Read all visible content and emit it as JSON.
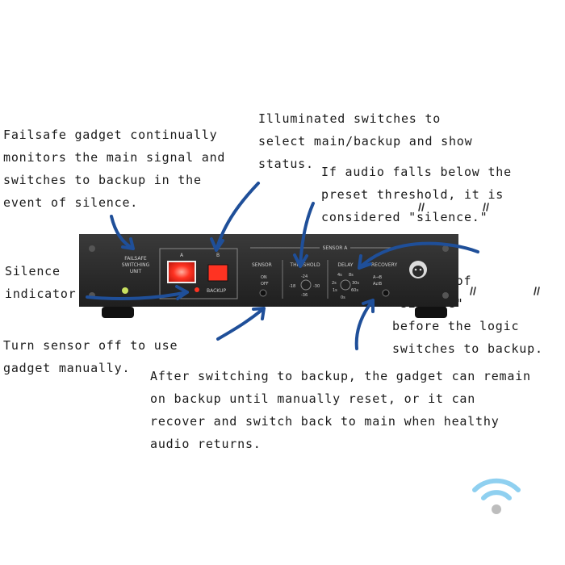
{
  "notes": {
    "failsafe": "Failsafe gadget continually\nmonitors the main signal and\nswitches to backup in the\nevent of silence.",
    "switches": "Illuminated switches to\nselect main/backup and show\nstatus.",
    "threshold": "If audio falls below the\npreset threshold, it is\nconsidered \"silence.\"",
    "silence_indicator": "Silence\nindicator.",
    "seconds": "How many\nseconds of\n\"silence\"\nbefore the logic\nswitches to backup.",
    "sensor_off": "Turn sensor off to use\ngadget manually.",
    "recovery": "After switching to backup, the gadget can remain\non backup until manually reset, or it can\nrecover and switch back to main when healthy\naudio returns."
  },
  "device": {
    "title_lines": [
      "FAILSAFE",
      "SWITCHING",
      "UNIT"
    ],
    "switch_a": "A",
    "switch_b": "B",
    "backup": "BACKUP",
    "sensor_group": "SENSOR A",
    "sensor": "SENSOR",
    "sensor_on": "ON",
    "sensor_off": "OFF",
    "threshold": "THRESHOLD",
    "threshold_ticks": [
      "-24",
      "-18",
      "-30",
      "-36"
    ],
    "delay": "DELAY",
    "delay_ticks": [
      "4s",
      "8s",
      "2s",
      "30s",
      "1s",
      "60s",
      "0s"
    ],
    "recovery": "RECOVERY",
    "recovery_ab": "A→B",
    "recovery_aba": "A⇄B"
  },
  "colors": {
    "arrow": "#1f4f99",
    "chassis": "#2b2b2b",
    "led_red": "#ff3322",
    "led_green": "#c8e060",
    "wifi": "#8fd0f0"
  },
  "icons": {
    "wifi": "wifi-icon",
    "logo": "gorilla-logo-icon"
  }
}
